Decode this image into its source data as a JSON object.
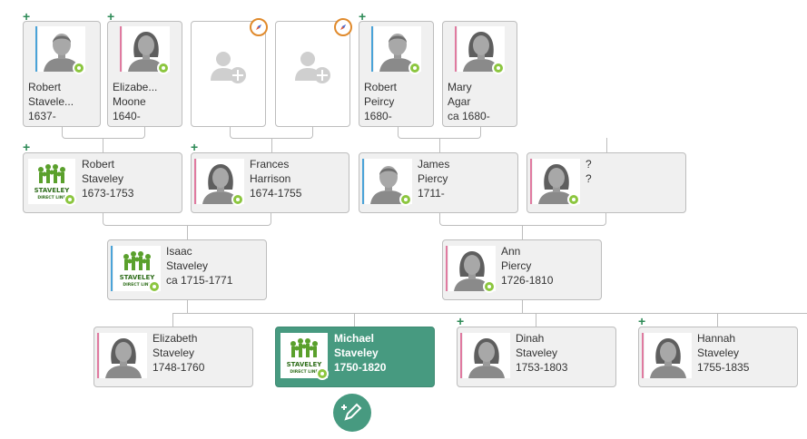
{
  "colors": {
    "male": "#4aa3d8",
    "female": "#e07aa0",
    "active": "#479a80",
    "badge": "#8cc63f",
    "plus": "#2e8b57",
    "compass": "#e08a2c"
  },
  "logo": {
    "line1": "STAVELEY",
    "line2": "DIRECT LINE"
  },
  "plus_glyph": "+",
  "ancestors4": [
    {
      "name1": "Robert",
      "name2": "Stavele...",
      "dates": "1637-"
    },
    {
      "name1": "Elizabe...",
      "name2": "Moone",
      "dates": "1640-"
    },
    {
      "name1": "Robert",
      "name2": "Peircy",
      "dates": "1680-"
    },
    {
      "name1": "Mary",
      "name2": "Agar",
      "dates": "ca 1680-"
    }
  ],
  "grandparents": [
    {
      "name1": "Robert",
      "name2": "Staveley",
      "dates": "1673-1753"
    },
    {
      "name1": "Frances",
      "name2": "Harrison",
      "dates": "1674-1755"
    },
    {
      "name1": "James",
      "name2": "Piercy",
      "dates": "1711-"
    },
    {
      "name1": "?",
      "name2": "?",
      "dates": ""
    }
  ],
  "parents": [
    {
      "name1": "Isaac",
      "name2": "Staveley",
      "dates": "ca 1715-1771"
    },
    {
      "name1": "Ann",
      "name2": "Piercy",
      "dates": "1726-1810"
    }
  ],
  "children": [
    {
      "name1": "Elizabeth",
      "name2": "Staveley",
      "dates": "1748-1760"
    },
    {
      "name1": "Michael",
      "name2": "Staveley",
      "dates": "1750-1820"
    },
    {
      "name1": "Dinah",
      "name2": "Staveley",
      "dates": "1753-1803"
    },
    {
      "name1": "Hannah",
      "name2": "Staveley",
      "dates": "1755-1835"
    }
  ]
}
